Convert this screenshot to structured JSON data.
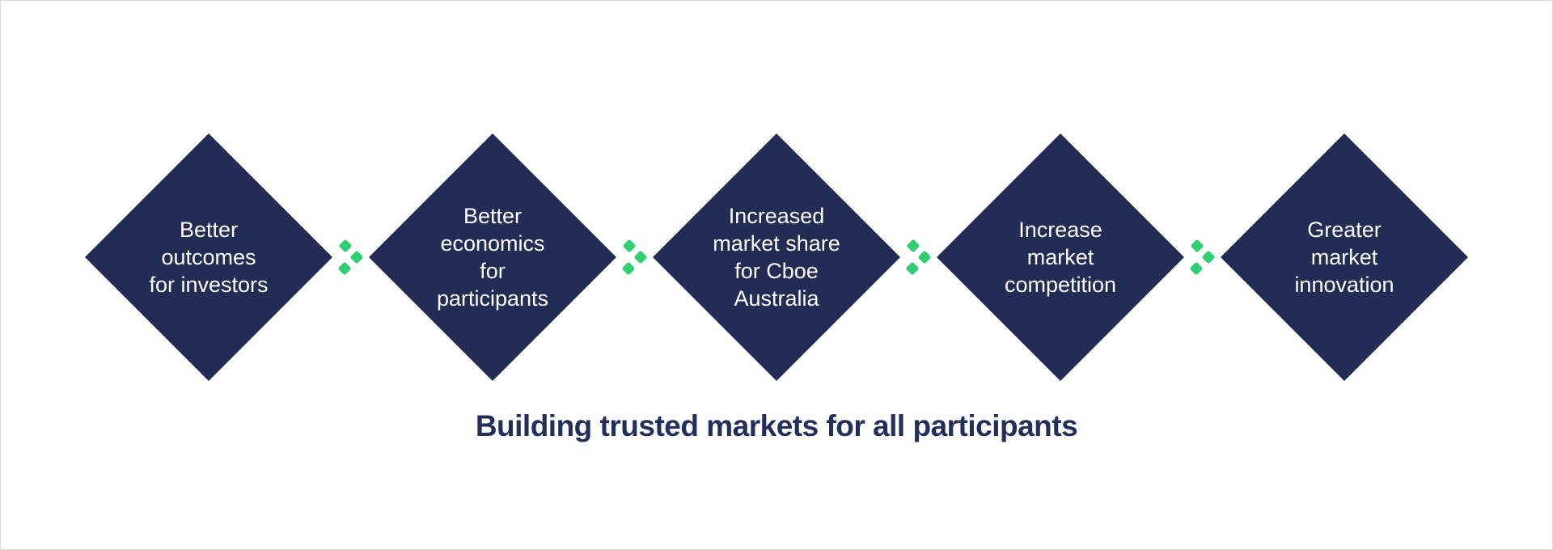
{
  "colors": {
    "navy": "#222c55",
    "green": "#2ece71",
    "caption_navy": "#232f5b",
    "border": "#d9d9d9",
    "background": "#ffffff"
  },
  "diamonds": [
    {
      "label": "Better\noutcomes\nfor investors"
    },
    {
      "label": "Better\neconomics\nfor\nparticipants"
    },
    {
      "label": "Increased\nmarket share\nfor Cboe\nAustralia"
    },
    {
      "label": "Increase\nmarket\ncompetition"
    },
    {
      "label": "Greater\nmarket\ninnovation"
    }
  ],
  "connector": {
    "icon": "triple-green-diamond"
  },
  "caption": {
    "text": "Building trusted markets for all participants"
  }
}
